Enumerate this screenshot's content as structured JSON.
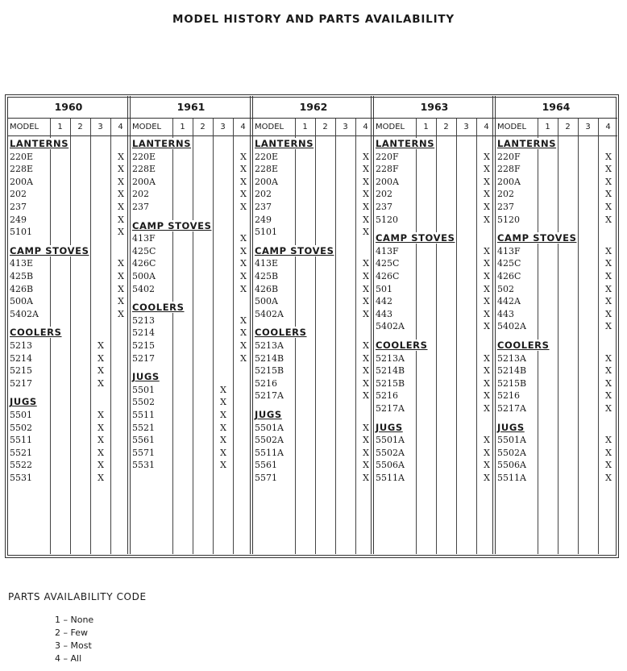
{
  "title": "MODEL HISTORY AND PARTS AVAILABILITY",
  "column_headers": {
    "model": "MODEL",
    "codes": [
      "1",
      "2",
      "3",
      "4"
    ]
  },
  "years": [
    {
      "year": "1960",
      "sections": [
        {
          "name": "LANTERNS",
          "models": [
            [
              "220E",
              "4"
            ],
            [
              "228E",
              "4"
            ],
            [
              "200A",
              "4"
            ],
            [
              "202",
              "4"
            ],
            [
              "237",
              "4"
            ],
            [
              "249",
              "4"
            ],
            [
              "5101",
              "4"
            ]
          ]
        },
        {
          "name": "CAMP STOVES",
          "models": [
            [
              "413E",
              "4"
            ],
            [
              "425B",
              "4"
            ],
            [
              "426B",
              "4"
            ],
            [
              "500A",
              "4"
            ],
            [
              "5402A",
              "4"
            ]
          ]
        },
        {
          "name": "COOLERS",
          "models": [
            [
              "5213",
              "3"
            ],
            [
              "5214",
              "3"
            ],
            [
              "5215",
              "3"
            ],
            [
              "5217",
              "3"
            ]
          ]
        },
        {
          "name": "JUGS",
          "models": [
            [
              "5501",
              "3"
            ],
            [
              "5502",
              "3"
            ],
            [
              "5511",
              "3"
            ],
            [
              "5521",
              "3"
            ],
            [
              "5522",
              "3"
            ],
            [
              "5531",
              "3"
            ]
          ]
        }
      ]
    },
    {
      "year": "1961",
      "sections": [
        {
          "name": "LANTERNS",
          "models": [
            [
              "220E",
              "4"
            ],
            [
              "228E",
              "4"
            ],
            [
              "200A",
              "4"
            ],
            [
              "202",
              "4"
            ],
            [
              "237",
              "4"
            ]
          ]
        },
        {
          "name": "CAMP STOVES",
          "models": [
            [
              "413F",
              "4"
            ],
            [
              "425C",
              "4"
            ],
            [
              "426C",
              "4"
            ],
            [
              "500A",
              "4"
            ],
            [
              "5402",
              "4"
            ]
          ]
        },
        {
          "name": "COOLERS",
          "models": [
            [
              "5213",
              "4"
            ],
            [
              "5214",
              "4"
            ],
            [
              "5215",
              "4"
            ],
            [
              "5217",
              "4"
            ]
          ]
        },
        {
          "name": "JUGS",
          "models": [
            [
              "5501",
              "3"
            ],
            [
              "5502",
              "3"
            ],
            [
              "5511",
              "3"
            ],
            [
              "5521",
              "3"
            ],
            [
              "5561",
              "3"
            ],
            [
              "5571",
              "3"
            ],
            [
              "5531",
              "3"
            ]
          ]
        }
      ]
    },
    {
      "year": "1962",
      "sections": [
        {
          "name": "LANTERNS",
          "models": [
            [
              "220E",
              "4"
            ],
            [
              "228E",
              "4"
            ],
            [
              "200A",
              "4"
            ],
            [
              "202",
              "4"
            ],
            [
              "237",
              "4"
            ],
            [
              "249",
              "4"
            ],
            [
              "5101",
              "4"
            ]
          ]
        },
        {
          "name": "CAMP STOVES",
          "models": [
            [
              "413E",
              "4"
            ],
            [
              "425B",
              "4"
            ],
            [
              "426B",
              "4"
            ],
            [
              "500A",
              "4"
            ],
            [
              "5402A",
              "4"
            ]
          ]
        },
        {
          "name": "COOLERS",
          "models": [
            [
              "5213A",
              "4"
            ],
            [
              "5214B",
              "4"
            ],
            [
              "5215B",
              "4"
            ],
            [
              "5216",
              "4"
            ],
            [
              "5217A",
              "4"
            ]
          ]
        },
        {
          "name": "JUGS",
          "models": [
            [
              "5501A",
              "4"
            ],
            [
              "5502A",
              "4"
            ],
            [
              "5511A",
              "4"
            ],
            [
              "5561",
              "4"
            ],
            [
              "5571",
              "4"
            ]
          ]
        }
      ]
    },
    {
      "year": "1963",
      "sections": [
        {
          "name": "LANTERNS",
          "models": [
            [
              "220F",
              "4"
            ],
            [
              "228F",
              "4"
            ],
            [
              "200A",
              "4"
            ],
            [
              "202",
              "4"
            ],
            [
              "237",
              "4"
            ],
            [
              "5120",
              "4"
            ]
          ]
        },
        {
          "name": "CAMP STOVES",
          "models": [
            [
              "413F",
              "4"
            ],
            [
              "425C",
              "4"
            ],
            [
              "426C",
              "4"
            ],
            [
              "501",
              "4"
            ],
            [
              "442",
              "4"
            ],
            [
              "443",
              "4"
            ],
            [
              "5402A",
              "4"
            ]
          ]
        },
        {
          "name": "COOLERS",
          "models": [
            [
              "5213A",
              "4"
            ],
            [
              "5214B",
              "4"
            ],
            [
              "5215B",
              "4"
            ],
            [
              "5216",
              "4"
            ],
            [
              "5217A",
              "4"
            ]
          ]
        },
        {
          "name": "JUGS",
          "models": [
            [
              "5501A",
              "4"
            ],
            [
              "5502A",
              "4"
            ],
            [
              "5506A",
              "4"
            ],
            [
              "5511A",
              "4"
            ]
          ]
        }
      ]
    },
    {
      "year": "1964",
      "sections": [
        {
          "name": "LANTERNS",
          "models": [
            [
              "220F",
              "4"
            ],
            [
              "228F",
              "4"
            ],
            [
              "200A",
              "4"
            ],
            [
              "202",
              "4"
            ],
            [
              "237",
              "4"
            ],
            [
              "5120",
              "4"
            ]
          ]
        },
        {
          "name": "CAMP STOVES",
          "models": [
            [
              "413F",
              "4"
            ],
            [
              "425C",
              "4"
            ],
            [
              "426C",
              "4"
            ],
            [
              "502",
              "4"
            ],
            [
              "442A",
              "4"
            ],
            [
              "443",
              "4"
            ],
            [
              "5402A",
              "4"
            ]
          ]
        },
        {
          "name": "COOLERS",
          "models": [
            [
              "5213A",
              "4"
            ],
            [
              "5214B",
              "4"
            ],
            [
              "5215B",
              "4"
            ],
            [
              "5216",
              "4"
            ],
            [
              "5217A",
              "4"
            ]
          ]
        },
        {
          "name": "JUGS",
          "models": [
            [
              "5501A",
              "4"
            ],
            [
              "5502A",
              "4"
            ],
            [
              "5506A",
              "4"
            ],
            [
              "5511A",
              "4"
            ]
          ]
        }
      ]
    }
  ],
  "mark_symbol": "X",
  "legend": {
    "title": "PARTS AVAILABILITY CODE",
    "items": [
      "1 – None",
      "2 – Few",
      "3 – Most",
      "4 – All"
    ]
  }
}
